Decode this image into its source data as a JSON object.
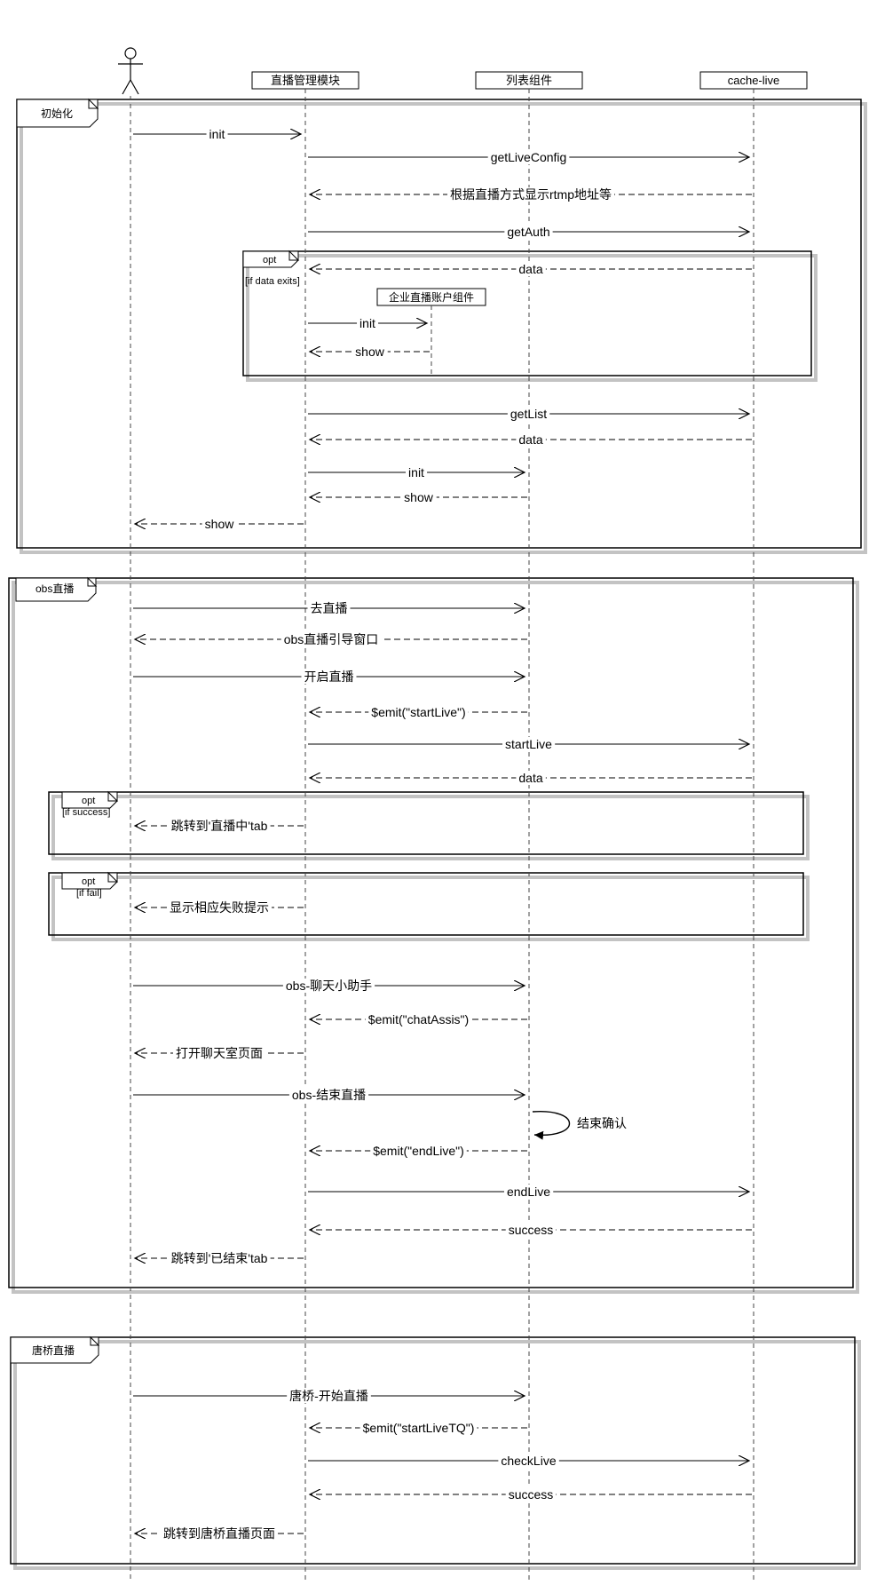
{
  "participants": [
    {
      "id": "user",
      "label": "",
      "kind": "actor"
    },
    {
      "id": "live",
      "label": "直播管理模块",
      "kind": "box"
    },
    {
      "id": "list",
      "label": "列表组件",
      "kind": "box"
    },
    {
      "id": "cache",
      "label": "cache-live",
      "kind": "box"
    }
  ],
  "frames": [
    {
      "id": "init",
      "label": "初始化"
    },
    {
      "id": "obs",
      "label": "obs直播"
    },
    {
      "id": "tq",
      "label": "唐桥直播"
    }
  ],
  "opts": [
    {
      "id": "opt1",
      "label": "opt",
      "guard": "[if data exits]"
    },
    {
      "id": "opt2",
      "label": "opt",
      "guard": "[if success]"
    },
    {
      "id": "opt3",
      "label": "opt",
      "guard": "[if fail]"
    }
  ],
  "sub_participant": {
    "label": "企业直播账户组件"
  },
  "messages": [
    {
      "id": "m1",
      "from": "user",
      "to": "live",
      "label": "init",
      "kind": "sync"
    },
    {
      "id": "m2",
      "from": "live",
      "to": "cache",
      "label": "getLiveConfig",
      "kind": "sync"
    },
    {
      "id": "m3",
      "from": "cache",
      "to": "live",
      "label": "根据直播方式显示rtmp地址等",
      "kind": "reply"
    },
    {
      "id": "m4",
      "from": "live",
      "to": "cache",
      "label": "getAuth",
      "kind": "sync"
    },
    {
      "id": "m5",
      "from": "cache",
      "to": "live",
      "label": "data",
      "kind": "reply"
    },
    {
      "id": "m6",
      "from": "live",
      "to": "sub",
      "label": "init",
      "kind": "sync"
    },
    {
      "id": "m7",
      "from": "sub",
      "to": "live",
      "label": "show",
      "kind": "reply"
    },
    {
      "id": "m8",
      "from": "live",
      "to": "cache",
      "label": "getList",
      "kind": "sync"
    },
    {
      "id": "m9",
      "from": "cache",
      "to": "live",
      "label": "data",
      "kind": "reply"
    },
    {
      "id": "m10",
      "from": "live",
      "to": "list",
      "label": "init",
      "kind": "sync"
    },
    {
      "id": "m11",
      "from": "list",
      "to": "live",
      "label": "show",
      "kind": "reply"
    },
    {
      "id": "m12",
      "from": "live",
      "to": "user",
      "label": "show",
      "kind": "reply"
    },
    {
      "id": "m13",
      "from": "user",
      "to": "list",
      "label": "去直播",
      "kind": "sync"
    },
    {
      "id": "m14",
      "from": "list",
      "to": "user",
      "label": "obs直播引导窗口",
      "kind": "reply"
    },
    {
      "id": "m15",
      "from": "user",
      "to": "list",
      "label": "开启直播",
      "kind": "sync"
    },
    {
      "id": "m16",
      "from": "list",
      "to": "live",
      "label": "$emit(\"startLive\")",
      "kind": "reply"
    },
    {
      "id": "m17",
      "from": "live",
      "to": "cache",
      "label": "startLive",
      "kind": "sync"
    },
    {
      "id": "m18",
      "from": "cache",
      "to": "live",
      "label": "data",
      "kind": "reply"
    },
    {
      "id": "m19",
      "from": "live",
      "to": "user",
      "label": "跳转到'直播中'tab",
      "kind": "reply"
    },
    {
      "id": "m20",
      "from": "live",
      "to": "user",
      "label": "显示相应失败提示",
      "kind": "reply"
    },
    {
      "id": "m21",
      "from": "user",
      "to": "list",
      "label": "obs-聊天小助手",
      "kind": "sync"
    },
    {
      "id": "m22",
      "from": "list",
      "to": "live",
      "label": "$emit(\"chatAssis\")",
      "kind": "reply"
    },
    {
      "id": "m23",
      "from": "live",
      "to": "user",
      "label": "打开聊天室页面",
      "kind": "reply"
    },
    {
      "id": "m24",
      "from": "user",
      "to": "list",
      "label": "obs-结束直播",
      "kind": "sync"
    },
    {
      "id": "m25",
      "from": "list",
      "to": "list",
      "label": "结束确认",
      "kind": "self"
    },
    {
      "id": "m26",
      "from": "list",
      "to": "live",
      "label": "$emit(\"endLive\")",
      "kind": "reply"
    },
    {
      "id": "m27",
      "from": "live",
      "to": "cache",
      "label": "endLive",
      "kind": "sync"
    },
    {
      "id": "m28",
      "from": "cache",
      "to": "live",
      "label": "success",
      "kind": "reply"
    },
    {
      "id": "m29",
      "from": "live",
      "to": "user",
      "label": "跳转到'已结束'tab",
      "kind": "reply"
    },
    {
      "id": "m30",
      "from": "user",
      "to": "list",
      "label": "唐桥-开始直播",
      "kind": "sync"
    },
    {
      "id": "m31",
      "from": "list",
      "to": "live",
      "label": "$emit(\"startLiveTQ\")",
      "kind": "reply"
    },
    {
      "id": "m32",
      "from": "live",
      "to": "cache",
      "label": "checkLive",
      "kind": "sync"
    },
    {
      "id": "m33",
      "from": "cache",
      "to": "live",
      "label": "success",
      "kind": "reply"
    },
    {
      "id": "m34",
      "from": "live",
      "to": "user",
      "label": "跳转到唐桥直播页面",
      "kind": "reply"
    }
  ]
}
